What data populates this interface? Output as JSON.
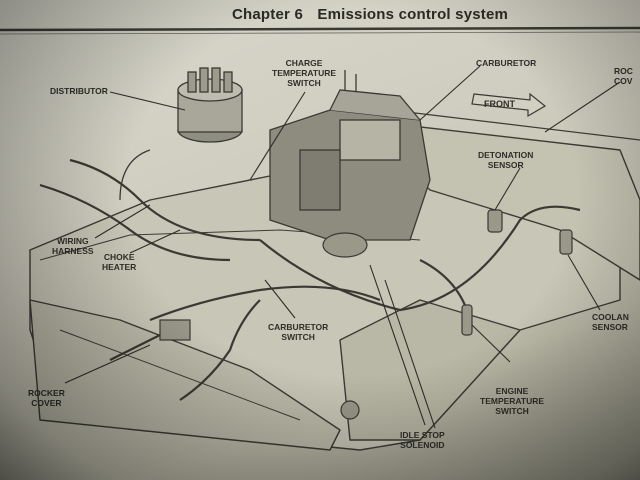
{
  "header": {
    "chapter": "Chapter 6",
    "section": "Emissions control system"
  },
  "front_arrow": "FRONT",
  "labels": {
    "distributor": [
      "DISTRIBUTOR"
    ],
    "charge_temp_switch": [
      "CHARGE",
      "TEMPERATURE",
      "SWITCH"
    ],
    "carburetor": [
      "CARBURETOR"
    ],
    "rocker_cover_top": [
      "ROC",
      "COV"
    ],
    "detonation_sensor": [
      "DETONATION",
      "SENSOR"
    ],
    "wiring_harness": [
      "WIRING",
      "HARNESS"
    ],
    "choke_heater": [
      "CHOKE",
      "HEATER"
    ],
    "coolant_sensor": [
      "COOLAN",
      "SENSOR"
    ],
    "carburetor_switch": [
      "CARBURETOR",
      "SWITCH"
    ],
    "rocker_cover_bottom": [
      "ROCKER",
      "COVER"
    ],
    "engine_temp_switch": [
      "ENGINE",
      "TEMPERATURE",
      "SWITCH"
    ],
    "idle_stop_solenoid": [
      "IDLE STOP",
      "SOLENOID"
    ]
  }
}
